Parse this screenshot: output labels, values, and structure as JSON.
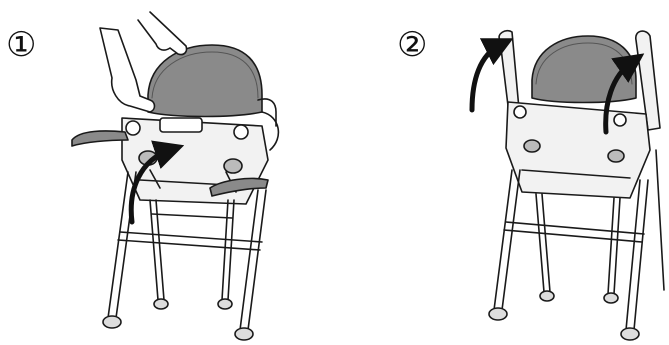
{
  "steps": [
    {
      "number": "①",
      "action": "fold-backrest-down"
    },
    {
      "number": "②",
      "action": "raise-handles"
    }
  ],
  "colors": {
    "line": "#1a1a1a",
    "cushion": "#8a8a8a",
    "frame_fill": "#f2f2f2",
    "arrow": "#111111"
  },
  "icons": [
    "hand-icon",
    "curved-arrow-icon",
    "shower-chair-illustration"
  ]
}
